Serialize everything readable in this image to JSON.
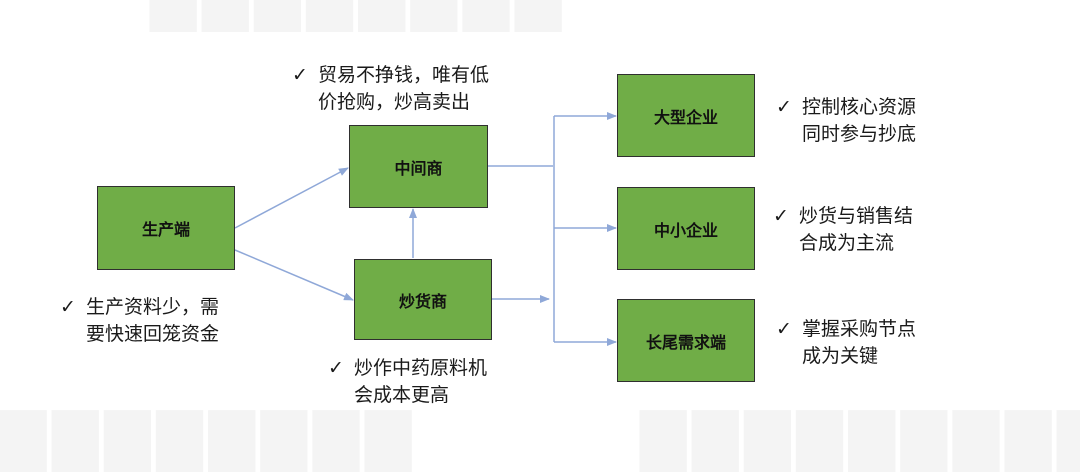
{
  "nodes": {
    "producer": "生产端",
    "middleman": "中间商",
    "speculator": "炒货商",
    "large": "大型企业",
    "sme": "中小企业",
    "longtail": "长尾需求端"
  },
  "notes": {
    "middleman": [
      "贸易不挣钱，唯有低",
      "价抢购，炒高卖出"
    ],
    "producer": [
      "生产资料少，需",
      "要快速回笼资金"
    ],
    "speculator": [
      "炒作中药原料机",
      "会成本更高"
    ],
    "large": [
      "控制核心资源",
      "同时参与抄底"
    ],
    "sme": [
      "炒货与销售结",
      "合成为主流"
    ],
    "longtail": [
      "掌握采购节点",
      "成为关键"
    ]
  },
  "check_glyph": "✓",
  "colors": {
    "box_fill": "#70ad47",
    "arrow": "#8fa8d8"
  }
}
